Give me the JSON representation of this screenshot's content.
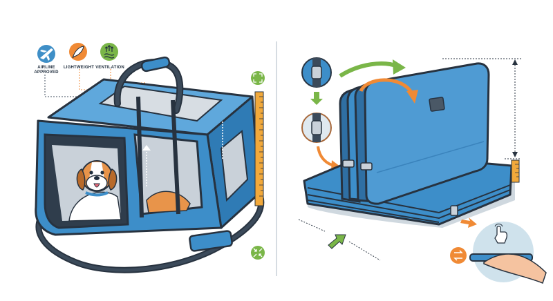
{
  "features": [
    {
      "label": "AIRLINE",
      "label2": "APPROVED",
      "icon": "airplane-icon",
      "color": "#3f8fc7"
    },
    {
      "label": "LIGHTWEIGHT",
      "label2": "",
      "icon": "feather-icon",
      "color": "#f08a35"
    },
    {
      "label": "VENTILATION",
      "label2": "",
      "icon": "ventilation-icon",
      "color": "#7ab648"
    }
  ],
  "colors": {
    "bag_blue": "#3d8ec9",
    "bag_light": "#5fa8dc",
    "outline": "#27323f",
    "strap": "#3b4a5a",
    "orange": "#f08a35",
    "green": "#7ab648",
    "ruler": "#f2a93b",
    "mesh": "#d7dde3"
  },
  "panels": {
    "left": "Expanded carrier with dog",
    "right": "Folding steps"
  }
}
